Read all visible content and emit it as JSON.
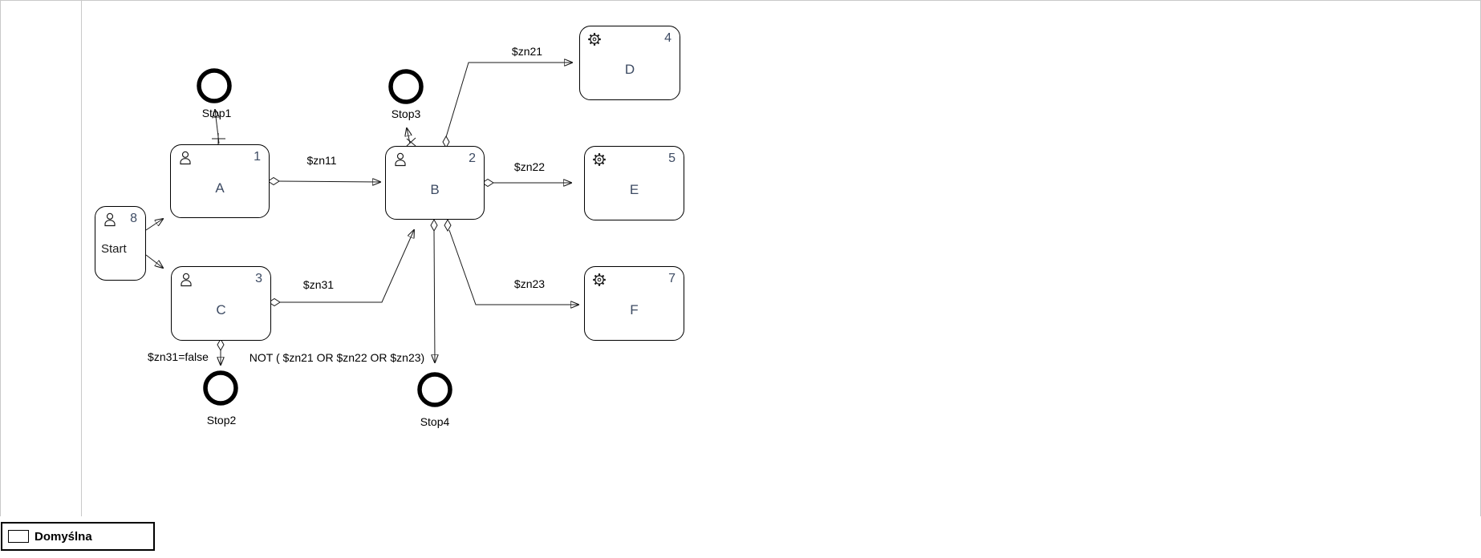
{
  "diagram": {
    "nodes": [
      {
        "id": "start",
        "label": "Start",
        "number": "8",
        "icon": "person"
      },
      {
        "id": "A",
        "label": "A",
        "number": "1",
        "icon": "person"
      },
      {
        "id": "B",
        "label": "B",
        "number": "2",
        "icon": "person"
      },
      {
        "id": "C",
        "label": "C",
        "number": "3",
        "icon": "person"
      },
      {
        "id": "D",
        "label": "D",
        "number": "4",
        "icon": "gear"
      },
      {
        "id": "E",
        "label": "E",
        "number": "5",
        "icon": "gear"
      },
      {
        "id": "F",
        "label": "F",
        "number": "7",
        "icon": "gear"
      }
    ],
    "end_events": [
      {
        "label": "Stop1"
      },
      {
        "label": "Stop2"
      },
      {
        "label": "Stop3"
      },
      {
        "label": "Stop4"
      }
    ],
    "edge_labels": {
      "zn11": "$zn11",
      "zn21": "$zn21",
      "zn22": "$zn22",
      "zn23": "$zn23",
      "zn31": "$zn31",
      "zn31_false": "$zn31=false",
      "not_expr": "NOT ( $zn21 OR  $zn22  OR  $zn23)"
    }
  },
  "footer": {
    "tab_label": "Domyślna"
  },
  "colors": {
    "node_text": "#3d4b63",
    "line": "#1a1a1a",
    "chrome_border": "#c9c9c9"
  }
}
